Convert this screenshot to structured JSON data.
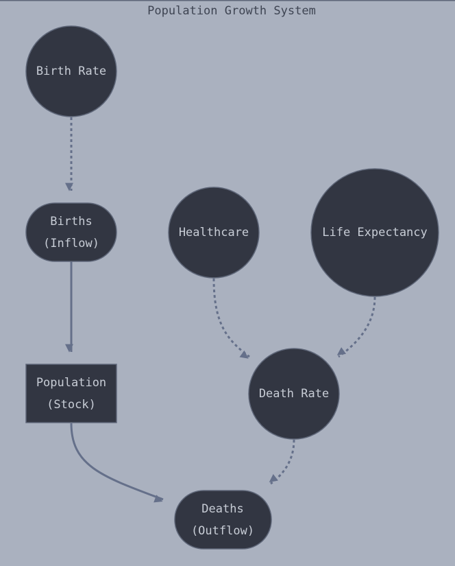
{
  "title": "Population Growth System",
  "nodes": {
    "birth_rate": "Birth Rate",
    "births": [
      "Births",
      "(Inflow)"
    ],
    "population": [
      "Population",
      "(Stock)"
    ],
    "healthcare": "Healthcare",
    "life_expectancy": "Life Expectancy",
    "death_rate": "Death Rate",
    "deaths": [
      "Deaths",
      "(Outflow)"
    ]
  },
  "edges": [
    {
      "from": "Birth Rate",
      "to": "Births",
      "style": "dotted"
    },
    {
      "from": "Births",
      "to": "Population",
      "style": "solid"
    },
    {
      "from": "Population",
      "to": "Deaths",
      "style": "solid"
    },
    {
      "from": "Healthcare",
      "to": "Death Rate",
      "style": "dotted"
    },
    {
      "from": "Life Expectancy",
      "to": "Death Rate",
      "style": "dotted"
    },
    {
      "from": "Death Rate",
      "to": "Deaths",
      "style": "dotted"
    }
  ],
  "colors": {
    "background": "#aab1bf",
    "node": "#323642",
    "edge": "#65708a",
    "text": "#c8cdd6"
  }
}
